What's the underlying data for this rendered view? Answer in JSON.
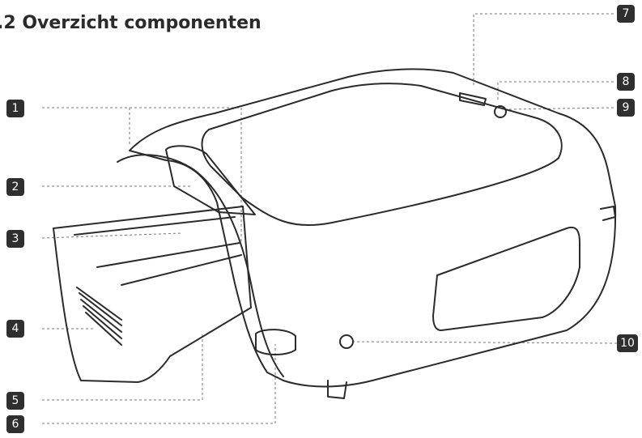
{
  "title": ".2 Overzicht componenten",
  "callouts": [
    "1",
    "2",
    "3",
    "4",
    "5",
    "6",
    "7",
    "8",
    "9",
    "10"
  ],
  "colors": {
    "line": "#2b2b2b",
    "badge": "#2f2f2f",
    "badge_text": "#ffffff",
    "leader": "#555555"
  },
  "illustration": "device-drawing"
}
